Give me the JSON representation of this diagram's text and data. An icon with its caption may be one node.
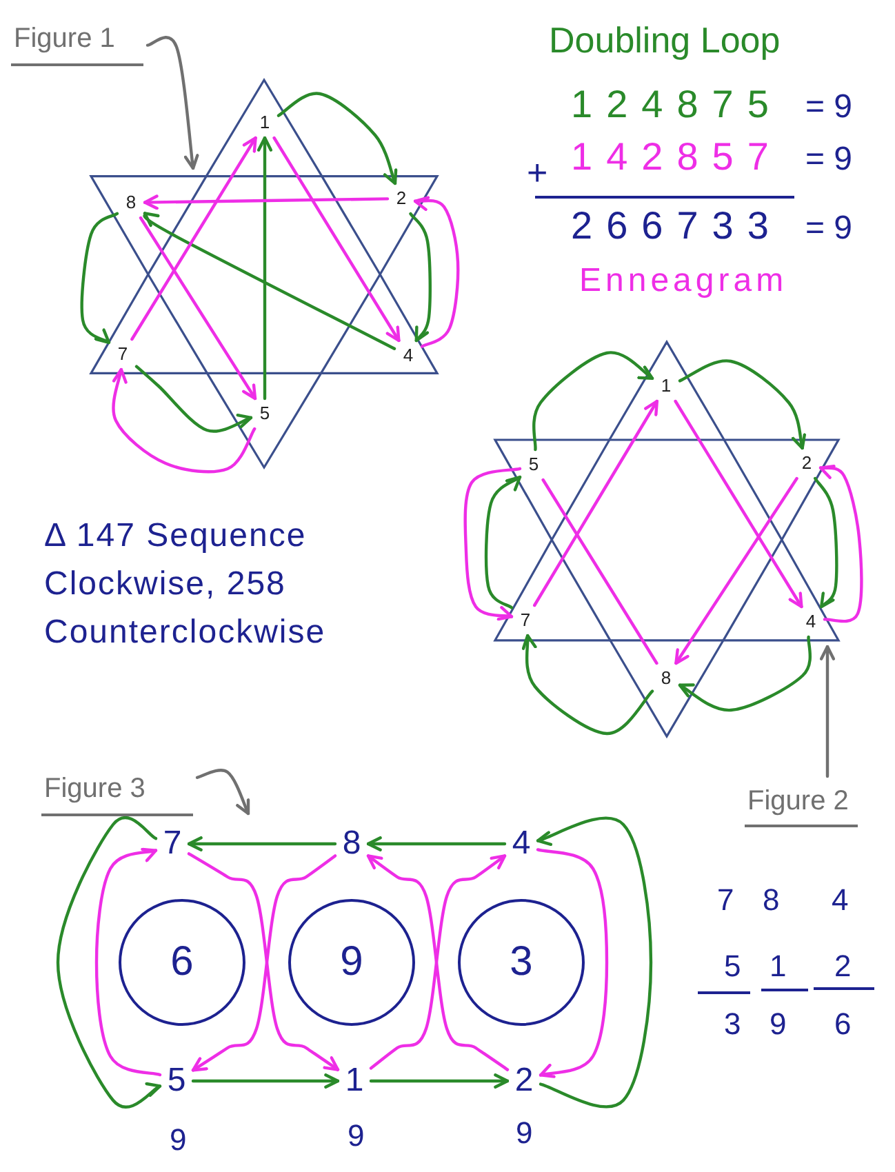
{
  "diagram": {
    "nodes": [
      {
        "text": [
          "Figure 1"
        ]
      },
      {
        "text": [],
        "shape": "star"
      },
      {
        "text": [
          "1"
        ],
        "in": 1
      },
      {
        "text": [
          "8"
        ],
        "in": 1
      },
      {
        "text": [
          "2"
        ],
        "in": 1
      },
      {
        "text": [
          "7"
        ],
        "in": 1
      },
      {
        "text": [
          "4"
        ],
        "in": 1
      },
      {
        "text": [
          "5"
        ],
        "in": 1
      },
      {
        "text": [],
        "shape": "star"
      },
      {
        "text": [
          "1"
        ],
        "in": 8
      },
      {
        "text": [
          "5"
        ],
        "in": 8
      },
      {
        "text": [
          "2"
        ],
        "in": 8
      },
      {
        "text": [
          "7"
        ],
        "in": 8
      },
      {
        "text": [
          "4"
        ],
        "in": 8
      },
      {
        "text": [
          "8"
        ],
        "in": 8
      },
      {
        "text": [
          "Figure 2"
        ]
      },
      {
        "text": [
          "Figure 3"
        ]
      },
      {
        "text": [
          "7"
        ]
      },
      {
        "text": [
          "8"
        ]
      },
      {
        "text": [
          "4"
        ]
      },
      {
        "text": [
          "6"
        ]
      },
      {
        "text": [
          "9"
        ]
      },
      {
        "text": [
          "3"
        ]
      },
      {
        "text": [
          "5"
        ]
      },
      {
        "text": [
          "1"
        ]
      },
      {
        "text": [
          "2"
        ]
      }
    ],
    "edges": [
      {
        "from": 0,
        "to": 1,
        "arrow": "to",
        "color": "#707070"
      },
      {
        "from": 2,
        "to": 4,
        "arrow": "to",
        "color": "#2a8a2a"
      },
      {
        "from": 4,
        "to": 6,
        "arrow": "to",
        "color": "#2a8a2a"
      },
      {
        "from": 6,
        "to": 3,
        "arrow": "to",
        "color": "#2a8a2a"
      },
      {
        "from": 3,
        "to": 5,
        "arrow": "to",
        "color": "#2a8a2a"
      },
      {
        "from": 5,
        "to": 7,
        "arrow": "to",
        "color": "#2a8a2a"
      },
      {
        "from": 7,
        "to": 2,
        "arrow": "to",
        "color": "#2a8a2a"
      },
      {
        "from": 2,
        "to": 6,
        "arrow": "to",
        "color": "#ee2ee6"
      },
      {
        "from": 6,
        "to": 4,
        "arrow": "to",
        "color": "#ee2ee6"
      },
      {
        "from": 4,
        "to": 3,
        "arrow": "to",
        "color": "#ee2ee6"
      },
      {
        "from": 3,
        "to": 7,
        "arrow": "to",
        "color": "#ee2ee6"
      },
      {
        "from": 7,
        "to": 5,
        "arrow": "to",
        "color": "#ee2ee6"
      },
      {
        "from": 5,
        "to": 2,
        "arrow": "to",
        "color": "#ee2ee6"
      },
      {
        "from": 9,
        "to": 11,
        "arrow": "to",
        "color": "#2a8a2a"
      },
      {
        "from": 11,
        "to": 13,
        "arrow": "to",
        "color": "#2a8a2a"
      },
      {
        "from": 13,
        "to": 14,
        "arrow": "to",
        "color": "#2a8a2a"
      },
      {
        "from": 14,
        "to": 12,
        "arrow": "to",
        "color": "#2a8a2a"
      },
      {
        "from": 12,
        "to": 10,
        "arrow": "to",
        "color": "#2a8a2a"
      },
      {
        "from": 10,
        "to": 9,
        "arrow": "to",
        "color": "#2a8a2a"
      },
      {
        "from": 9,
        "to": 13,
        "arrow": "to",
        "color": "#ee2ee6"
      },
      {
        "from": 13,
        "to": 11,
        "arrow": "to",
        "color": "#ee2ee6"
      },
      {
        "from": 11,
        "to": 14,
        "arrow": "to",
        "color": "#ee2ee6"
      },
      {
        "from": 14,
        "to": 10,
        "arrow": "none",
        "color": "#ee2ee6"
      },
      {
        "from": 10,
        "to": 12,
        "arrow": "to",
        "color": "#ee2ee6"
      },
      {
        "from": 12,
        "to": 9,
        "arrow": "to",
        "color": "#ee2ee6"
      },
      {
        "from": 15,
        "to": 8,
        "arrow": "to",
        "color": "#707070"
      },
      {
        "from": 16,
        "to": null,
        "arrow": "to",
        "color": "#707070"
      },
      {
        "from": 24,
        "to": 25,
        "arrow": "to",
        "color": "#2a8a2a"
      },
      {
        "from": 25,
        "to": 19,
        "arrow": "to",
        "color": "#2a8a2a"
      },
      {
        "from": 19,
        "to": 18,
        "arrow": "to",
        "color": "#2a8a2a"
      },
      {
        "from": 18,
        "to": 17,
        "arrow": "to",
        "color": "#2a8a2a"
      },
      {
        "from": 17,
        "to": 23,
        "arrow": "to",
        "color": "#2a8a2a"
      },
      {
        "from": 23,
        "to": 24,
        "arrow": "to",
        "color": "#2a8a2a"
      },
      {
        "from": 24,
        "to": 19,
        "arrow": "to",
        "color": "#ee2ee6"
      },
      {
        "from": 19,
        "to": 25,
        "arrow": "to",
        "color": "#ee2ee6"
      },
      {
        "from": 25,
        "to": 18,
        "arrow": "to",
        "color": "#ee2ee6"
      },
      {
        "from": 18,
        "to": 23,
        "arrow": "to",
        "color": "#ee2ee6"
      },
      {
        "from": 23,
        "to": 17,
        "arrow": "to",
        "color": "#ee2ee6"
      },
      {
        "from": 17,
        "to": 24,
        "arrow": "to",
        "color": "#ee2ee6"
      }
    ],
    "labels": [
      "Doubling Loop",
      "124875",
      "= 9",
      "+",
      "142857",
      "= 9",
      "266733",
      "= 9",
      "Enneagram",
      "Δ 147 Sequence Clockwise, 258 Counterclockwise",
      "7",
      "8",
      "4",
      "5",
      "1",
      "2",
      "3",
      "9",
      "6",
      "9",
      "9",
      "9"
    ]
  }
}
